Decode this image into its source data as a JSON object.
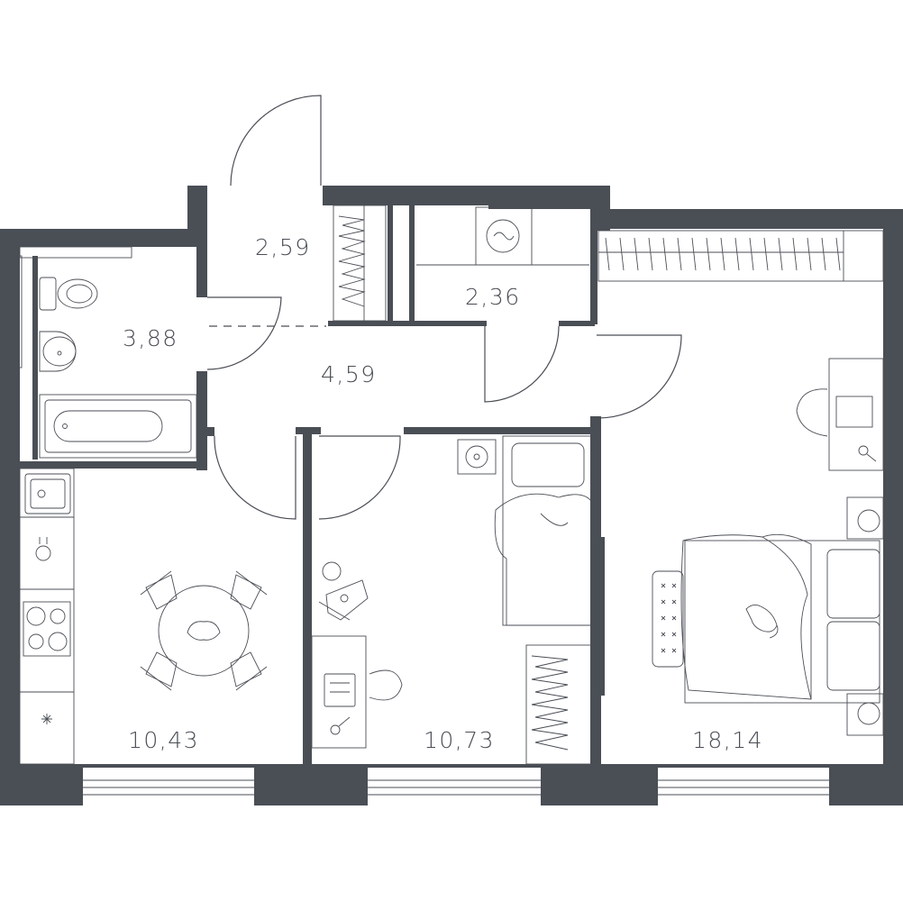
{
  "colors": {
    "wall": "#4a4e55",
    "line": "#4a4e55",
    "text": "#4a4e55",
    "background": "#ffffff"
  },
  "rooms": {
    "vestibule": {
      "area": "2,59"
    },
    "storage": {
      "area": "2,36"
    },
    "bathroom": {
      "area": "3,88"
    },
    "hallway": {
      "area": "4,59"
    },
    "kitchen": {
      "area": "10,43"
    },
    "kids_room": {
      "area": "10,73"
    },
    "bedroom": {
      "area": "18,14"
    }
  },
  "icons": [
    "toilet-icon",
    "sink-icon",
    "bathtub-icon",
    "washing-machine-icon",
    "kitchen-sink-icon",
    "stove-icon",
    "dining-table-icon",
    "desk-icon",
    "single-bed-icon",
    "double-bed-icon",
    "wardrobe-icon",
    "toys-icon",
    "floor-lamp-icon",
    "cat-icon",
    "rug-icon"
  ]
}
